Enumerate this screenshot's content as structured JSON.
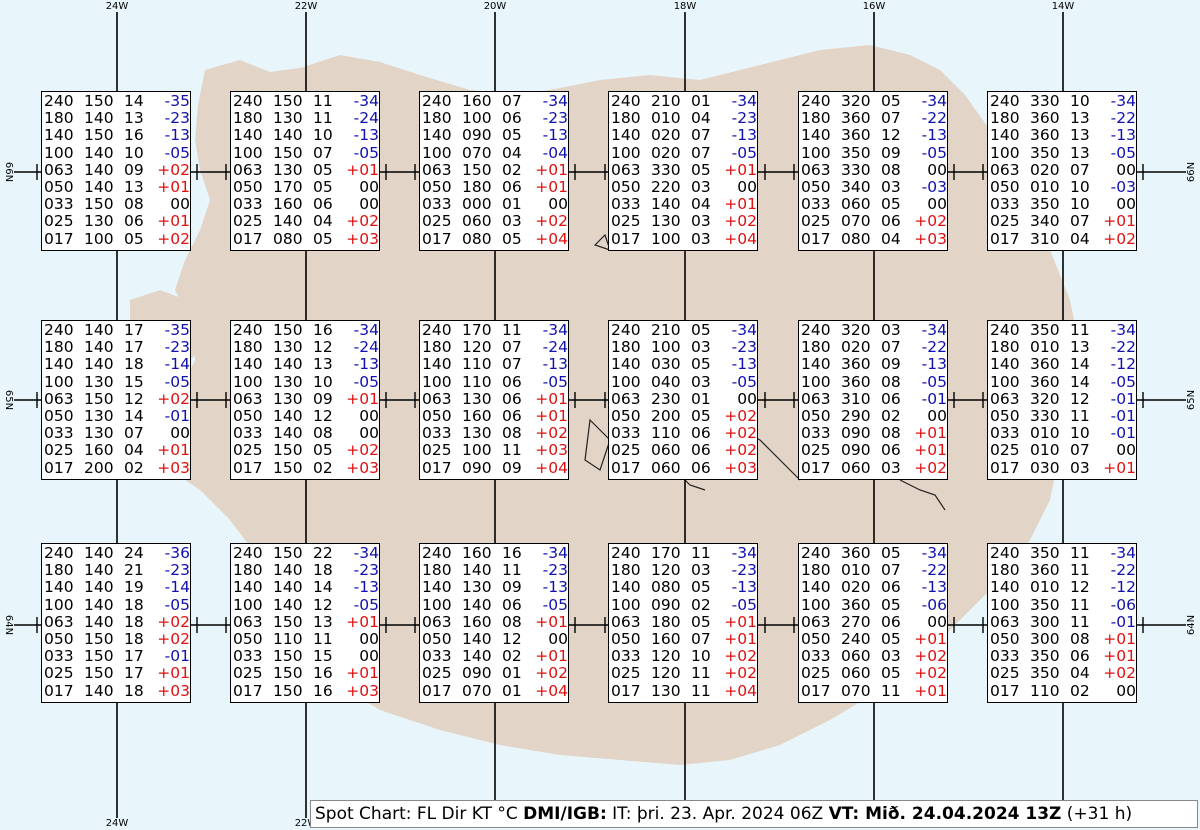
{
  "colors": {
    "sea": "#e8f6fb",
    "land": "#e2d5c8",
    "coast": "#222222",
    "neg": "#1010b0",
    "pos": "#e01010"
  },
  "lon_labels": [
    "24W",
    "22W",
    "20W",
    "18W",
    "16W",
    "14W"
  ],
  "lat_labels": [
    "66N",
    "65N",
    "64N"
  ],
  "caption": {
    "p1": "Spot Chart: FL Dir KT °C ",
    "p2": "DMI/IGB:",
    "p3": " IT: þri. 23. Apr. 2024 06Z ",
    "p4": "VT: Mið. 24.04.2024 13Z",
    "p5": " (+31 h)"
  },
  "grid": [
    [
      [
        "240 150 14 -35",
        "180 140 13 -23",
        "140 150 16 -13",
        "100 140 10 -05",
        "063 140 09 +02",
        "050 140 13 +01",
        "033 150 08 00",
        "025 130 06 +01",
        "017 100 05 +02"
      ],
      [
        "240 150 11 -34",
        "180 130 11 -24",
        "140 140 10 -13",
        "100 150 07 -05",
        "063 130 05 +01",
        "050 170 05 00",
        "033 160 06 00",
        "025 140 04 +02",
        "017 080 05 +03"
      ],
      [
        "240 160 07 -34",
        "180 100 06 -23",
        "140 090 05 -13",
        "100 070 04 -04",
        "063 150 02 +01",
        "050 180 06 +01",
        "033 000 01 00",
        "025 060 03 +02",
        "017 080 05 +04"
      ],
      [
        "240 210 01 -34",
        "180 010 04 -23",
        "140 020 07 -13",
        "100 020 07 -05",
        "063 330 05 +01",
        "050 220 03 00",
        "033 140 04 +01",
        "025 130 03 +02",
        "017 100 03 +04"
      ],
      [
        "240 320 05 -34",
        "180 360 07 -22",
        "140 360 12 -13",
        "100 350 09 -05",
        "063 330 08 00",
        "050 340 03 -03",
        "033 060 05 00",
        "025 070 06 +02",
        "017 080 04 +03"
      ],
      [
        "240 330 10 -34",
        "180 360 13 -22",
        "140 360 13 -13",
        "100 350 13 -05",
        "063 020 07 00",
        "050 010 10 -03",
        "033 350 10 00",
        "025 340 07 +01",
        "017 310 04 +02"
      ]
    ],
    [
      [
        "240 140 17 -35",
        "180 140 17 -23",
        "140 140 18 -14",
        "100 130 15 -05",
        "063 150 12 +02",
        "050 130 14 -01",
        "033 130 07 00",
        "025 160 04 +01",
        "017 200 02 +03"
      ],
      [
        "240 150 16 -34",
        "180 130 12 -24",
        "140 140 13 -13",
        "100 130 10 -05",
        "063 130 09 +01",
        "050 140 12 00",
        "033 140 08 00",
        "025 150 05 +02",
        "017 150 02 +03"
      ],
      [
        "240 170 11 -34",
        "180 120 07 -24",
        "140 110 07 -13",
        "100 110 06 -05",
        "063 130 06 +01",
        "050 160 06 +01",
        "033 130 08 +02",
        "025 100 11 +03",
        "017 090 09 +04"
      ],
      [
        "240 210 05 -34",
        "180 100 03 -23",
        "140 030 05 -13",
        "100 040 03 -05",
        "063 230 01 00",
        "050 200 05 +02",
        "033 110 06 +02",
        "025 060 06 +02",
        "017 060 06 +03"
      ],
      [
        "240 320 03 -34",
        "180 020 07 -22",
        "140 360 09 -13",
        "100 360 08 -05",
        "063 310 06 -01",
        "050 290 02 00",
        "033 090 08 +01",
        "025 090 06 +01",
        "017 060 03 +02"
      ],
      [
        "240 350 11 -34",
        "180 010 13 -22",
        "140 360 14 -12",
        "100 360 14 -05",
        "063 320 12 -01",
        "050 330 11 -01",
        "033 010 10 -01",
        "025 010 07 00",
        "017 030 03 +01"
      ]
    ],
    [
      [
        "240 140 24 -36",
        "180 140 21 -23",
        "140 140 19 -14",
        "100 140 18 -05",
        "063 140 18 +02",
        "050 150 18 +02",
        "033 150 17 -01",
        "025 150 17 +01",
        "017 140 18 +03"
      ],
      [
        "240 150 22 -34",
        "180 140 18 -23",
        "140 140 14 -13",
        "100 140 12 -05",
        "063 150 13 +01",
        "050 110 11 00",
        "033 150 15 00",
        "025 150 16 +01",
        "017 150 16 +03"
      ],
      [
        "240 160 16 -34",
        "180 140 11 -23",
        "140 130 09 -13",
        "100 140 06 -05",
        "063 160 08 +01",
        "050 140 12 00",
        "033 140 02 +01",
        "025 090 01 +02",
        "017 070 01 +04"
      ],
      [
        "240 170 11 -34",
        "180 120 03 -23",
        "140 080 05 -13",
        "100 090 02 -05",
        "063 180 05 +01",
        "050 160 07 +01",
        "033 120 10 +02",
        "025 120 11 +02",
        "017 130 11 +04"
      ],
      [
        "240 360 05 -34",
        "180 010 07 -22",
        "140 020 06 -13",
        "100 360 05 -06",
        "063 270 06 00",
        "050 240 05 +01",
        "033 060 03 +02",
        "025 060 05 +02",
        "017 070 11 +01"
      ],
      [
        "240 350 11 -34",
        "180 360 11 -22",
        "140 010 12 -12",
        "100 350 11 -06",
        "063 300 11 -01",
        "050 300 08 +01",
        "033 350 06 +01",
        "025 350 04 +02",
        "017 110 02 00"
      ]
    ]
  ]
}
